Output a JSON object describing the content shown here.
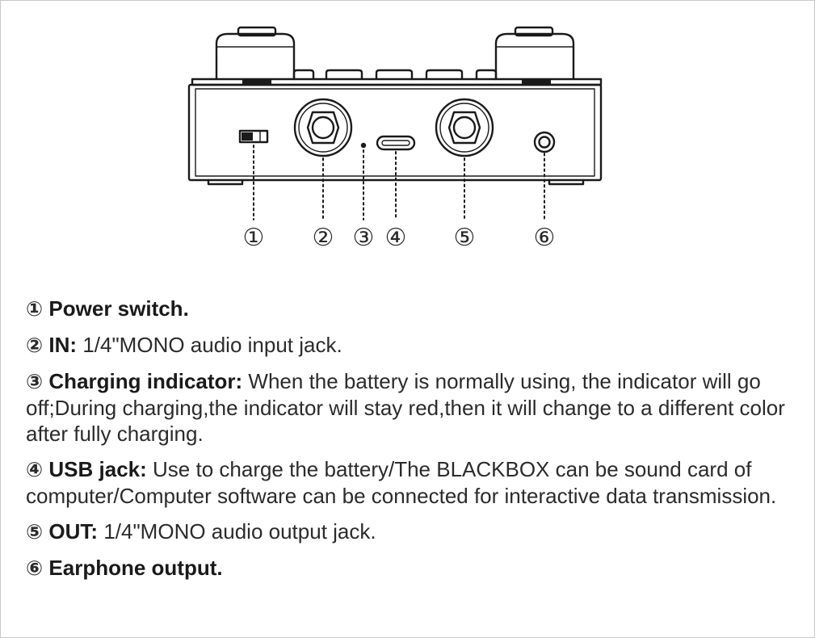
{
  "callouts": [
    {
      "num": "①"
    },
    {
      "num": "②"
    },
    {
      "num": "③"
    },
    {
      "num": "④"
    },
    {
      "num": "⑤"
    },
    {
      "num": "⑥"
    }
  ],
  "items": [
    {
      "num": "①",
      "term": "Power switch.",
      "text": ""
    },
    {
      "num": "②",
      "term": "IN:",
      "text": "1/4\"MONO audio input jack."
    },
    {
      "num": "③",
      "term": "Charging indicator:",
      "text": "When the battery is normally using, the indicator will go off;During charging,the indicator will stay red,then it will change to a different color after fully charging."
    },
    {
      "num": "④",
      "term": "USB jack:",
      "text": "Use to charge the battery/The BLACKBOX can be sound card of computer/Computer software can be connected for interactive data transmission."
    },
    {
      "num": "⑤",
      "term": "OUT:",
      "text": "1/4\"MONO audio output jack."
    },
    {
      "num": "⑥",
      "term": "Earphone output.",
      "text": ""
    }
  ],
  "colors": {
    "line": "#1a1a1a",
    "text": "#2b2b2b"
  }
}
